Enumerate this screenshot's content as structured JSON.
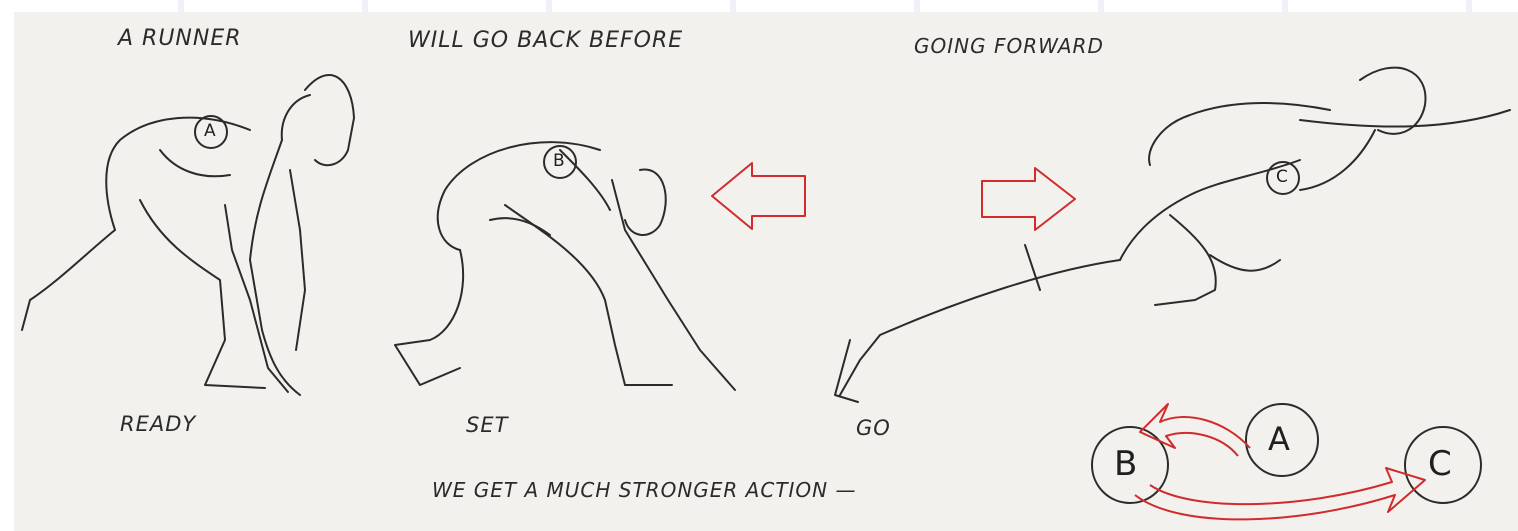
{
  "captions": {
    "line1": "A RUNNER",
    "line2": "WILL GO BACK BEFORE",
    "line3": "GOING FORWARD",
    "bottom": "WE GET A MUCH STRONGER ACTION —"
  },
  "poses": {
    "ready": {
      "label": "READY",
      "marker": "A"
    },
    "set": {
      "label": "SET",
      "marker": "B"
    },
    "go": {
      "label": "GO",
      "marker": "C"
    }
  },
  "diagram": {
    "b": "B",
    "a": "A",
    "c": "C"
  },
  "colors": {
    "paper": "#f2f1ee",
    "ink": "#2b2b2b",
    "accent": "#d22b2b"
  }
}
